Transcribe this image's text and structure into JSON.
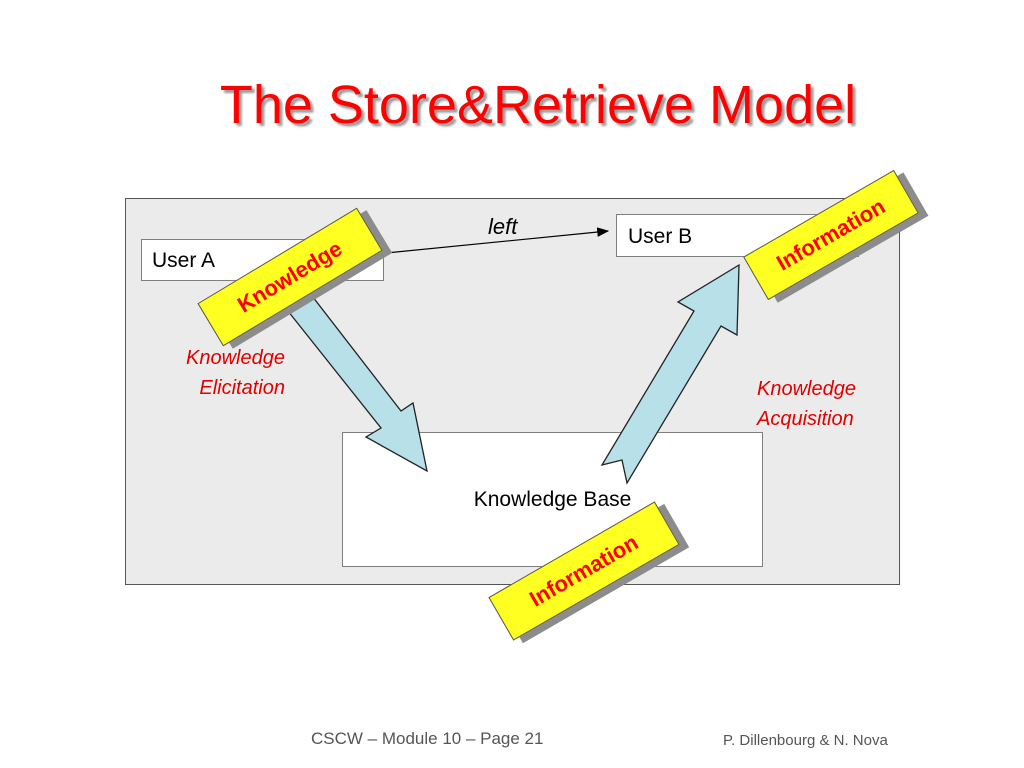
{
  "slide": {
    "title": "The Store&Retrieve Model"
  },
  "diagram": {
    "user_a": "User A",
    "user_b": "User B",
    "knowledge_base": "Knowledge Base",
    "arrow_label": "left",
    "elicitation_label_line1": "Knowledge",
    "elicitation_label_line2": "Elicitation",
    "acquisition_label_line1": "Knowledge",
    "acquisition_label_line2": "Acquisition"
  },
  "stickers": {
    "knowledge": "Knowledge",
    "information_user_b": "Information",
    "information_kb": "Information"
  },
  "footer": {
    "left": "CSCW – Module 10 – Page 21",
    "right": "P. Dillenbourg & N. Nova"
  },
  "colors": {
    "title": "#ff0000",
    "sticker_fill": "#ffff22",
    "sticker_text": "#ff0000",
    "big_arrow_fill": "#b8e0e8",
    "frame_fill": "#ebebeb"
  }
}
